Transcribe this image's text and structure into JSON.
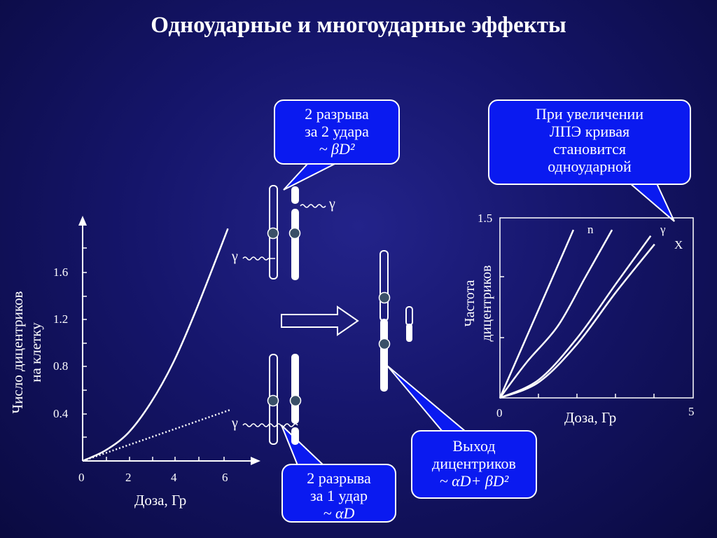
{
  "title": "Одноударные и многоударные эффекты",
  "callouts": {
    "top": {
      "line1": "2 разрыва",
      "line2": "за 2 удара",
      "line3": "~ βD²"
    },
    "bottom": {
      "line1": "2 разрыва",
      "line2": "за 1 удар",
      "line3": "~ αD"
    },
    "yield": {
      "line1": "Выход",
      "line2": "дицентриков",
      "line3": "~ αD+ βD²"
    },
    "let": {
      "line1": "При увеличении",
      "line2": "ЛПЭ кривая",
      "line3": "становится",
      "line4": "одноударной"
    }
  },
  "symbols": {
    "gamma_top": "γ",
    "gamma_mid": "γ",
    "gamma_bottom": "γ"
  },
  "chart_data": [
    {
      "type": "line",
      "title": "",
      "xlabel": "Доза, Гр",
      "ylabel_line1": "Число дицентриков",
      "ylabel_line2": "на клетку",
      "x_ticks": [
        "0",
        "2",
        "4",
        "6"
      ],
      "y_ticks": [
        "0.4",
        "0.8",
        "1.2",
        "1.6"
      ],
      "xlim": [
        0,
        7
      ],
      "ylim": [
        0,
        2.05
      ],
      "series": [
        {
          "style": "solid",
          "x": [
            0,
            1,
            2,
            3,
            4,
            5,
            6.4
          ],
          "y": [
            0,
            0.09,
            0.24,
            0.5,
            0.85,
            1.3,
            2.0
          ]
        },
        {
          "style": "dotted",
          "x": [
            0,
            6.5
          ],
          "y": [
            0,
            0.44
          ]
        }
      ]
    },
    {
      "type": "line",
      "title": "",
      "xlabel": "Доза, Гр",
      "ylabel_line1": "Частота",
      "ylabel_line2": "дицентриков",
      "x_ticks": [
        "0",
        "5"
      ],
      "y_ticks": [
        "1.5"
      ],
      "xlim": [
        0,
        5
      ],
      "ylim": [
        0,
        1.5
      ],
      "series": [
        {
          "name": "n",
          "x": [
            0,
            1.9
          ],
          "y": [
            0,
            1.4
          ]
        },
        {
          "name": "",
          "x": [
            0,
            0.7,
            1.5,
            2.2,
            2.9
          ],
          "y": [
            0,
            0.3,
            0.6,
            1.0,
            1.4
          ]
        },
        {
          "name": "γ",
          "x": [
            0,
            1,
            2,
            3,
            3.9
          ],
          "y": [
            0,
            0.15,
            0.5,
            0.95,
            1.35
          ]
        },
        {
          "name": "X",
          "x": [
            0,
            1,
            2,
            3,
            4.0
          ],
          "y": [
            0,
            0.13,
            0.45,
            0.88,
            1.28
          ]
        }
      ]
    }
  ],
  "colors": {
    "background": "#15156a",
    "callout_fill": "#0a1af0",
    "dot": "#3a5068",
    "line": "#ffffff"
  }
}
